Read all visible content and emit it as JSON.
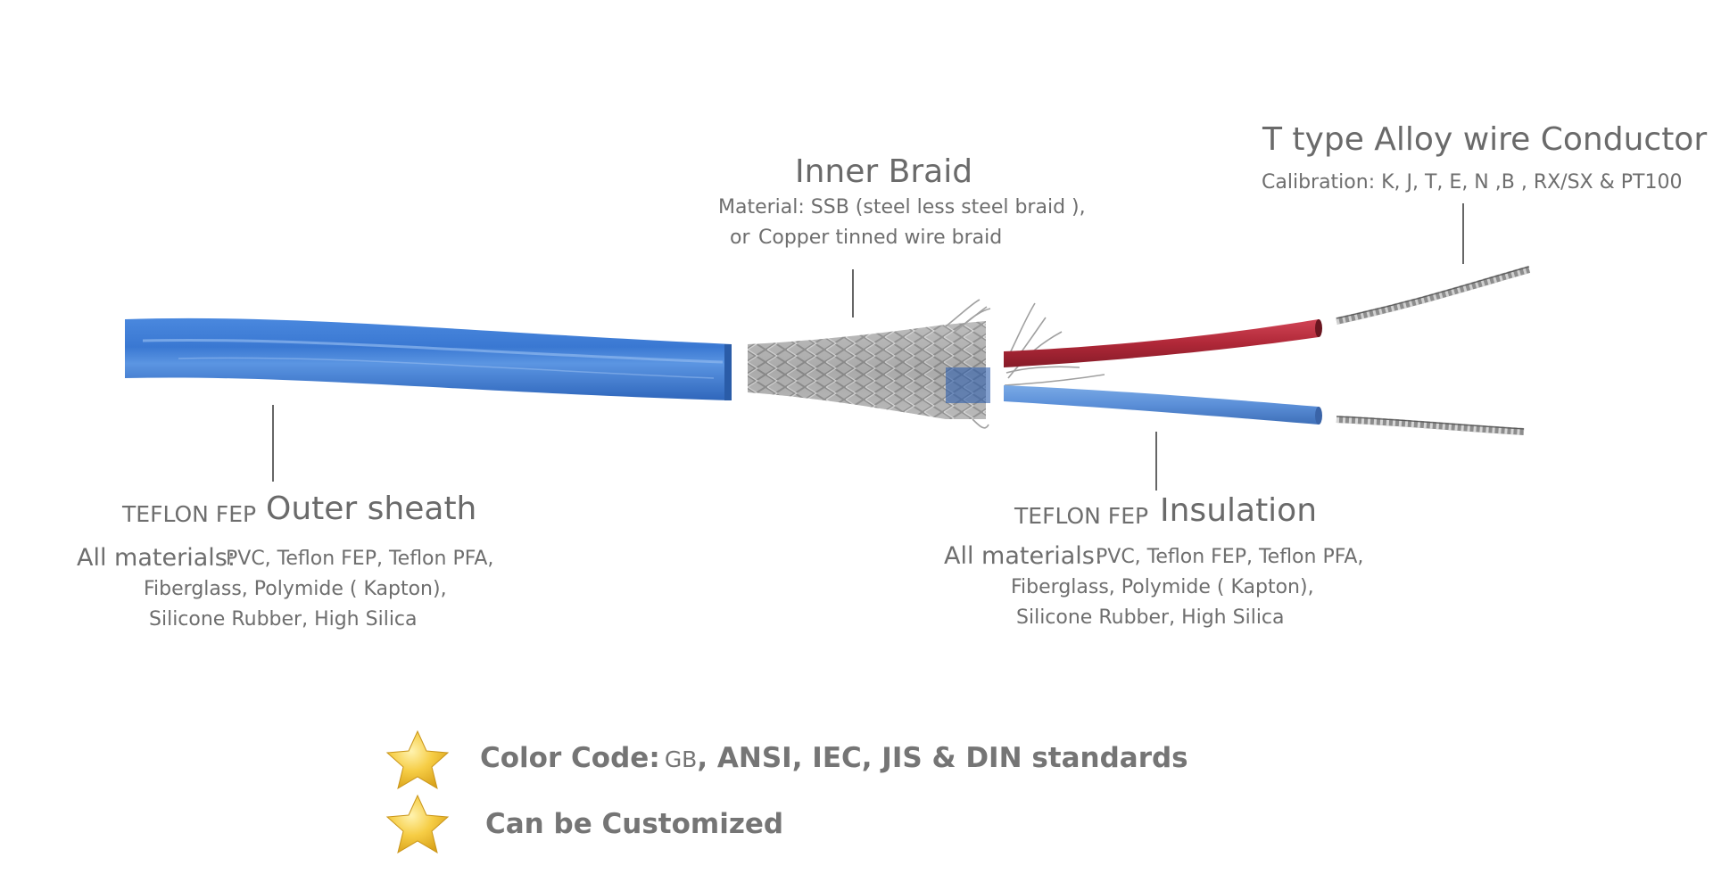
{
  "conductor": {
    "title": "T type Alloy wire Conductor",
    "calibration": "Calibration: K, J, T, E, N ,B , RX/SX & PT100"
  },
  "inner_braid": {
    "title": "Inner Braid",
    "material_line1": "Material: SSB (steel less steel braid ),",
    "or_word": "or",
    "material_line2": "Copper tinned wire braid"
  },
  "outer_sheath": {
    "prefix": "TEFLON FEP",
    "title": "Outer sheath",
    "all_label": "All materials:",
    "materials_line1": "PVC, Teflon FEP, Teflon PFA,",
    "materials_line2": "Fiberglass, Polymide ( Kapton),",
    "materials_line3": "Silicone Rubber, High Silica"
  },
  "insulation": {
    "prefix": "TEFLON FEP",
    "title": "Insulation",
    "all_label": "All materials:",
    "materials_line1": "PVC, Teflon FEP, Teflon PFA,",
    "materials_line2": "Fiberglass, Polymide ( Kapton),",
    "materials_line3": "Silicone Rubber, High Silica"
  },
  "features": {
    "color_code_label": "Color Code:",
    "color_code_gb": "GB",
    "color_code_rest": ", ANSI, IEC, JIS & DIN standards",
    "customized": "Can be Customized"
  },
  "icons": {
    "bullet": "star-icon"
  },
  "colors": {
    "sheath_blue": "#3f7fd6",
    "insulation_red": "#b62a3a",
    "insulation_blue": "#5b93dc",
    "braid_silver": "#a9a9a9",
    "star_gold": "#f3c233",
    "text_gray": "#6e6e6e"
  }
}
